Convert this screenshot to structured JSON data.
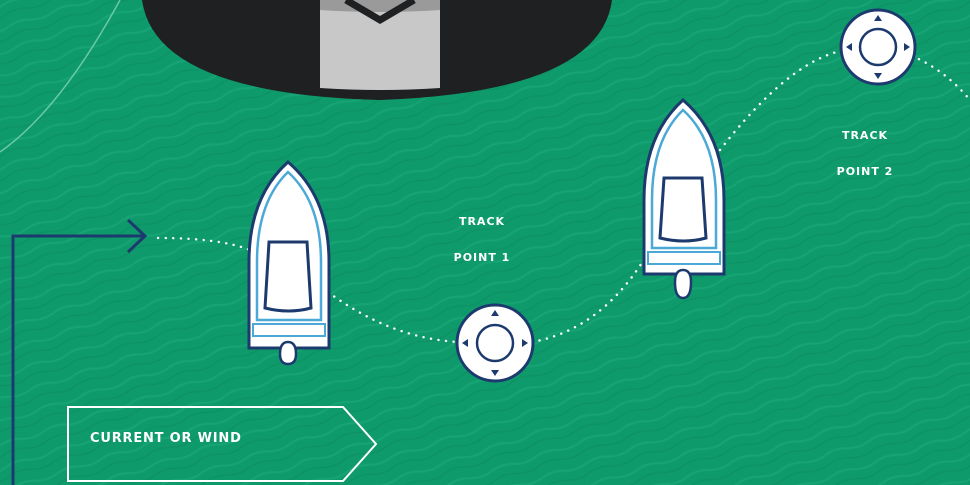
{
  "labels": {
    "track_point_1": [
      "TRACK",
      "POINT 1"
    ],
    "track_point_2": [
      "TRACK",
      "POINT 2"
    ],
    "current_or_wind": "CURRENT OR WIND"
  },
  "icons": {
    "boat": "boat-icon",
    "joystick": "joystick-icon",
    "arrow": "arrow-icon",
    "bow": "bow-icon"
  },
  "colors": {
    "water": "#0f9a6b",
    "water_texture": "#1aa978",
    "outline": "#1d3a6e",
    "outline_light": "#4aa9d6",
    "white": "#ffffff",
    "dark_boat": "#1f2022",
    "flag": "#c8c8c8"
  }
}
